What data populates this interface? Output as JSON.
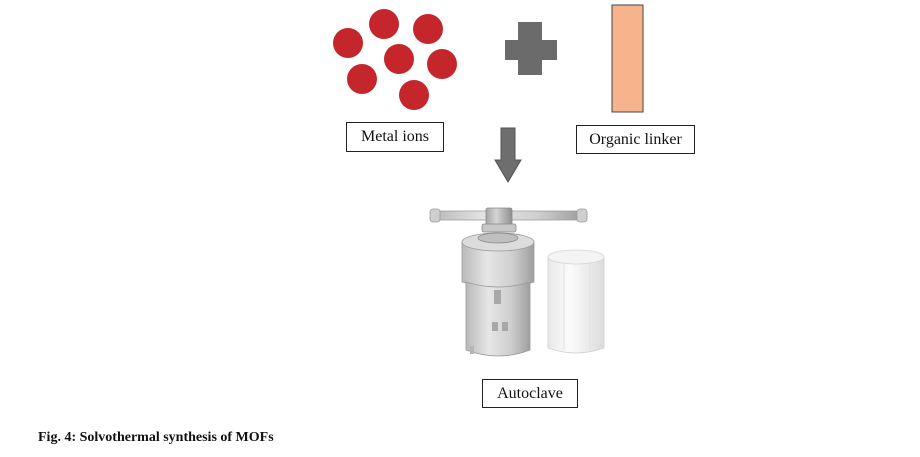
{
  "labels": {
    "metal_ions": "Metal ions",
    "organic_linker": "Organic linker",
    "autoclave": "Autoclave"
  },
  "caption": "Fig. 4: Solvothermal synthesis of MOFs",
  "colors": {
    "metal_ion": "#c4262b",
    "plus_sign": "#6b6b6b",
    "linker": "#f7b38b",
    "arrow": "#6e6e6e"
  },
  "icons": {
    "metal_ions": "red-circle-cluster",
    "plus": "plus-icon",
    "linker": "rectangle-bar",
    "arrow": "down-arrow-icon",
    "autoclave": "autoclave-vessel"
  }
}
